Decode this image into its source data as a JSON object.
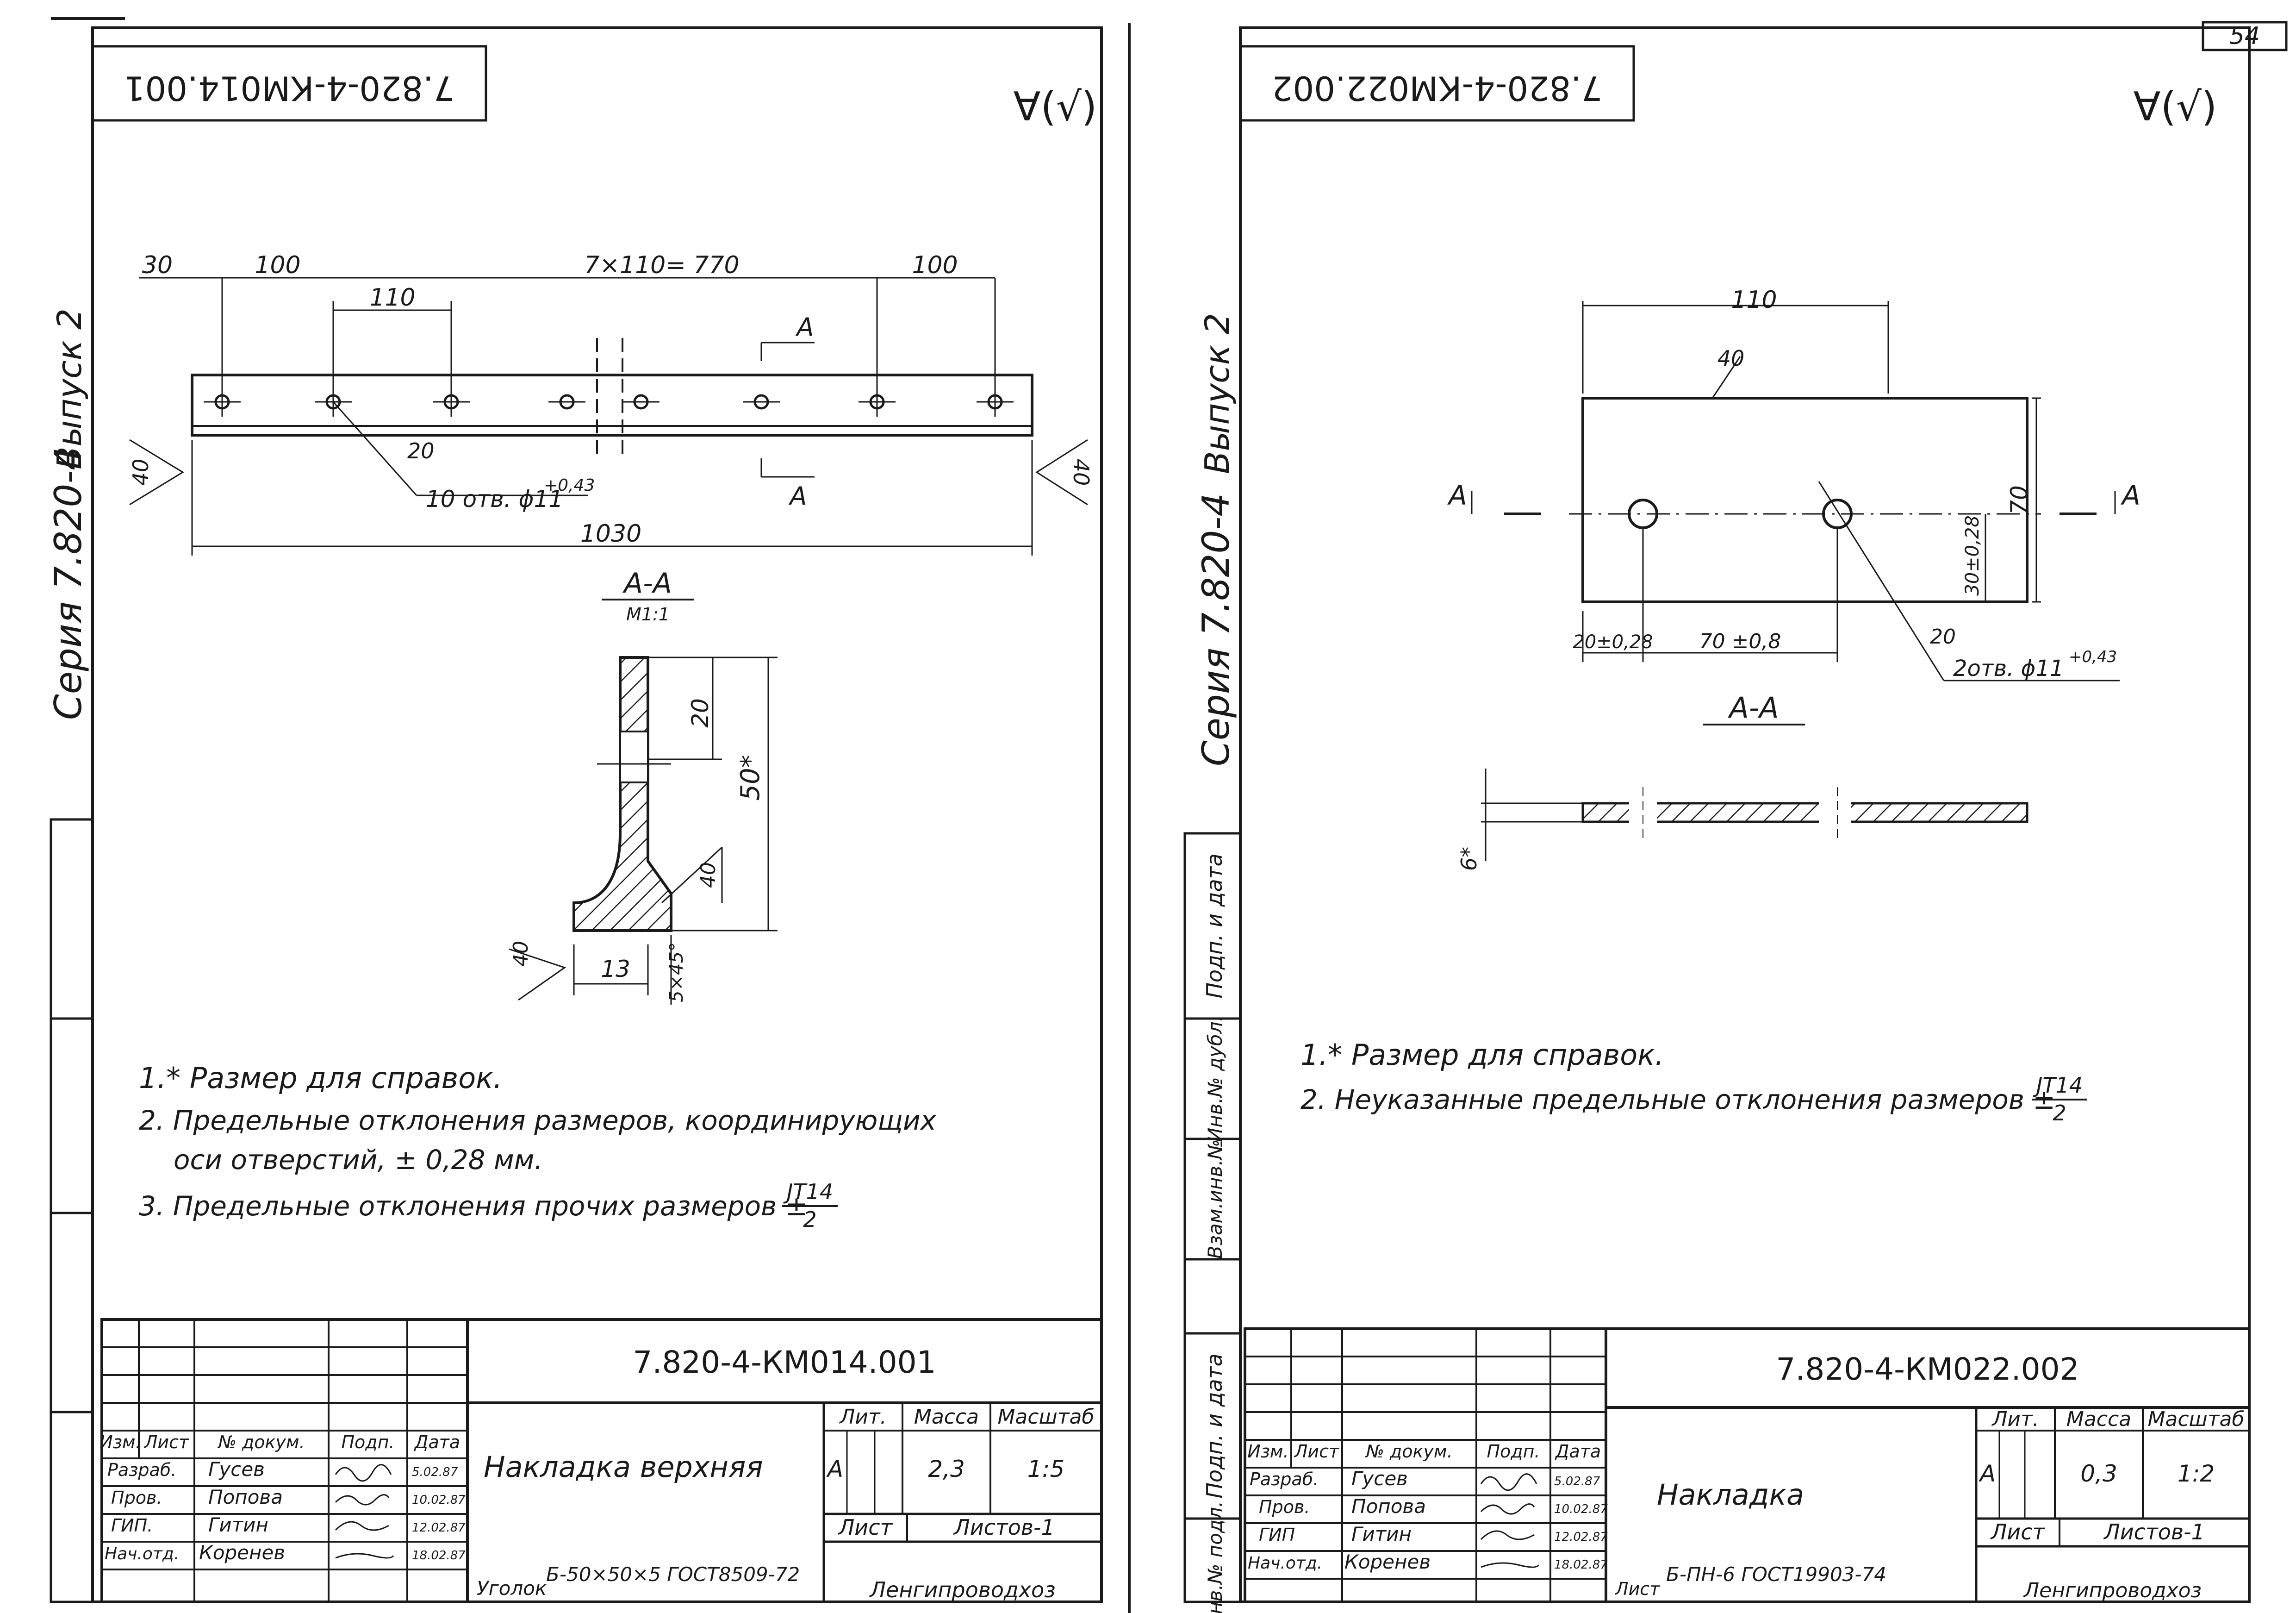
{
  "page_number": "54",
  "series_label": "Серия  7.820-4",
  "issue_label": "Выпуск 2",
  "side_stamp": [
    "Подп. и дата",
    "Взам.инв.№",
    "Инв.№ дубл.",
    "Подп. и дата",
    "Инв.№ подл."
  ],
  "roughness_mark": "∀(√)",
  "left": {
    "top_stamp": "7.820-4-КМ014.001",
    "dims": {
      "d30": "30",
      "d100a": "100",
      "d7x110": "7×110= 770",
      "d100b": "100",
      "d110": "110",
      "d1030": "1030",
      "holes": "10 отв. ϕ11",
      "holes_tol": "+0,43",
      "r20": "20",
      "w40a": "40",
      "w40b": "40",
      "sec_a": "A",
      "sec_a2": "A"
    },
    "section_title": "А-А",
    "section_scale": "М1:1",
    "section_dims": {
      "h20": "20",
      "h50": "50*",
      "w13": "13",
      "chamfer": "5×45°",
      "r40": "40",
      "r40b": "40"
    },
    "notes": [
      "1.* Размер для справок.",
      "2. Предельные отклонения размеров, координирующих",
      "оси отверстий, ± 0,28 мм.",
      "3. Предельные отклонения прочих размеров ±"
    ],
    "tol_num": "JT14",
    "tol_den": "2",
    "title_block": {
      "doc_code": "7.820-4-КМ014.001",
      "name": "Накладка верхняя",
      "headers": [
        "Изм.",
        "Лист",
        "№ докум.",
        "Подп.",
        "Дата"
      ],
      "roles": [
        {
          "role": "Разраб.",
          "name": "Гусев",
          "date": "5.02.87"
        },
        {
          "role": "Пров.",
          "name": "Попова",
          "date": "10.02.87"
        },
        {
          "role": "ГИП.",
          "name": "Гитин",
          "date": "12.02.87"
        },
        {
          "role": "Нач.отд.",
          "name": "Коренев",
          "date": "18.02.87"
        }
      ],
      "lit_label": "Лит.",
      "mass_label": "Масса",
      "scale_label": "Масштаб",
      "lit_value": "А",
      "mass_value": "2,3",
      "scale_value": "1:5",
      "sheet_label": "Лист",
      "sheets_label": "Листов-1",
      "material_prefix": "Уголок",
      "material": "Б-50×50×5 ГОСТ8509-72",
      "org": "Ленгипроводхоз"
    }
  },
  "right": {
    "top_stamp": "7.820-4-КМ022.002",
    "dims": {
      "d110": "110",
      "r40": "40",
      "h70": "70",
      "h30": "30±0,28",
      "w20": "20±0,28",
      "w70": "70 ±0,8",
      "r20": "20",
      "holes": "2отв. ϕ11",
      "holes_tol": "+0,43",
      "secA": "A",
      "secA2": "A"
    },
    "section_title": "А-А",
    "section_dim": "6*",
    "notes": [
      "1.* Размер для справок.",
      "2. Неуказанные предельные отклонения размеров ±"
    ],
    "tol_num": "JT14",
    "tol_den": "2",
    "title_block": {
      "doc_code": "7.820-4-КМ022.002",
      "name": "Накладка",
      "headers": [
        "Изм.",
        "Лист",
        "№ докум.",
        "Подп.",
        "Дата"
      ],
      "roles": [
        {
          "role": "Разраб.",
          "name": "Гусев",
          "date": "5.02.87"
        },
        {
          "role": "Пров.",
          "name": "Попова",
          "date": "10.02.87"
        },
        {
          "role": "ГИП",
          "name": "Гитин",
          "date": "12.02.87"
        },
        {
          "role": "Нач.отд.",
          "name": "Коренев",
          "date": "18.02.87"
        }
      ],
      "lit_label": "Лит.",
      "mass_label": "Масса",
      "scale_label": "Масштаб",
      "lit_value": "А",
      "mass_value": "0,3",
      "scale_value": "1:2",
      "sheet_label": "Лист",
      "sheets_label": "Листов-1",
      "material_prefix": "Лист",
      "material": "Б-ПН-6 ГОСТ19903-74",
      "org": "Ленгипроводхоз"
    }
  }
}
